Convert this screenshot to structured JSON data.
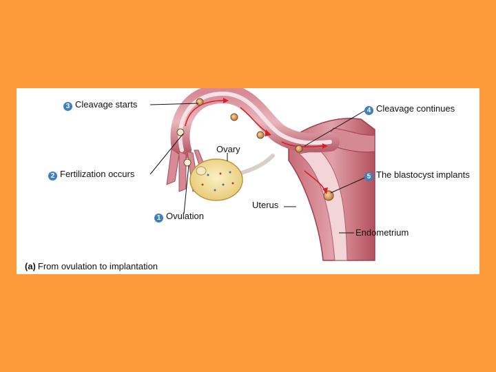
{
  "diagram": {
    "caption": {
      "tag": "(a)",
      "text": "From ovulation to implantation"
    },
    "labels": {
      "cleavage_starts": {
        "step": "3",
        "text": "Cleavage starts"
      },
      "cleavage_continues": {
        "step": "4",
        "text": "Cleavage continues"
      },
      "fertilization": {
        "step": "2",
        "text": "Fertilization occurs"
      },
      "blastocyst": {
        "step": "5",
        "text": "The blastocyst implants"
      },
      "ovulation": {
        "step": "1",
        "text": "Ovulation"
      },
      "ovary": "Ovary",
      "uterus": "Uterus",
      "endometrium": "Endometrium"
    }
  },
  "colors": {
    "background": "#fd9a3a",
    "panel": "#ffffff",
    "step_badge": "#3e7fc1",
    "tube": "#c9707c",
    "uterus_wall": "#b95763",
    "ovary": "#f2e29a",
    "arrow": "#d81f26"
  }
}
